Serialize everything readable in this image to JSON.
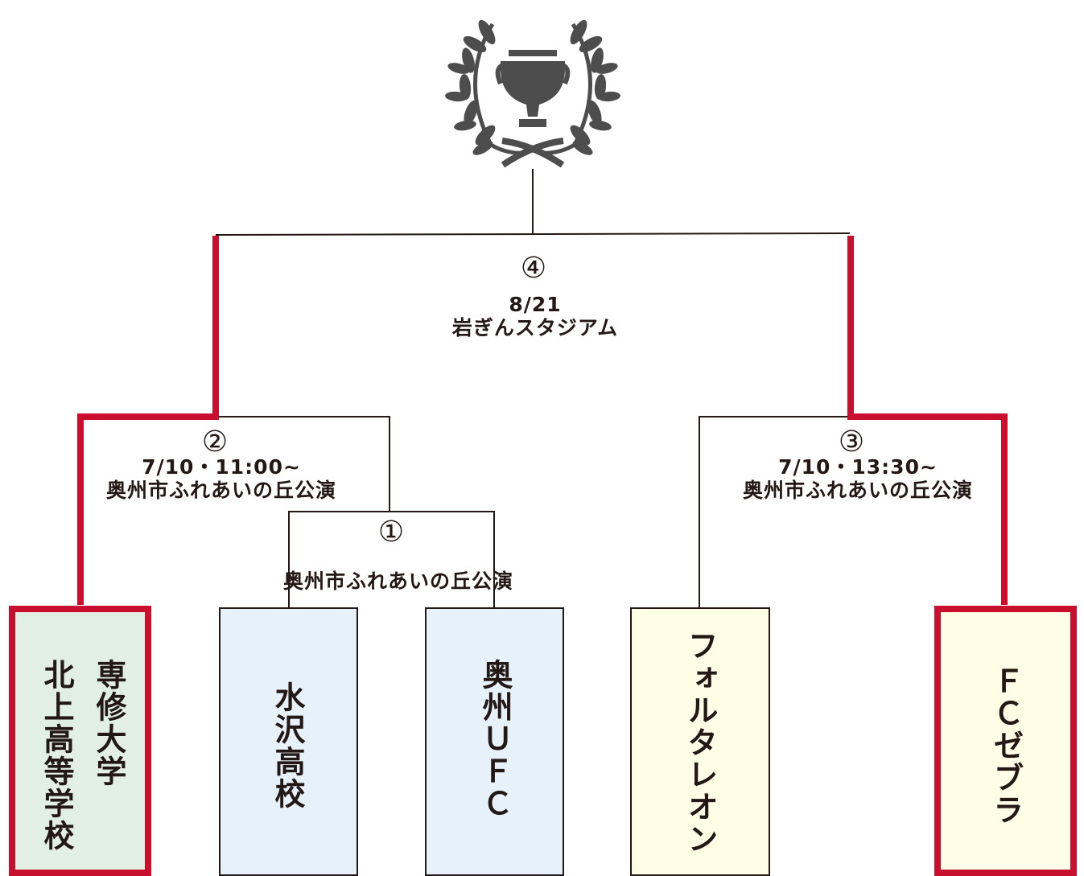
{
  "trophy": {
    "icon": "trophy-laurel-icon"
  },
  "matches": {
    "final": {
      "number": "④",
      "date": "8/21",
      "venue": "岩ぎんスタジアム"
    },
    "semi_left": {
      "number": "②",
      "date": "7/10・11:00~",
      "venue": "奥州市ふれあいの丘公演"
    },
    "semi_right": {
      "number": "③",
      "date": "7/10・13:30~",
      "venue": "奥州市ふれあいの丘公演"
    },
    "first": {
      "number": "①",
      "venue": "奥州市ふれあいの丘公演"
    }
  },
  "teams": {
    "t1": {
      "line1": "専修大学",
      "line2": "北上高等学校"
    },
    "t2": {
      "name": "水沢高校"
    },
    "t3": {
      "name": "奥州ＵＦＣ"
    },
    "t4": {
      "name": "フォルタレオン"
    },
    "t5": {
      "name": "ＦＣゼブラ"
    }
  },
  "colors": {
    "winner_line": "#c8102e",
    "line": "#231815",
    "trophy": "#4d4d4d",
    "box_green": "#e2efe3",
    "box_blue": "#e6f1fa",
    "box_yellow": "#fffde6"
  }
}
